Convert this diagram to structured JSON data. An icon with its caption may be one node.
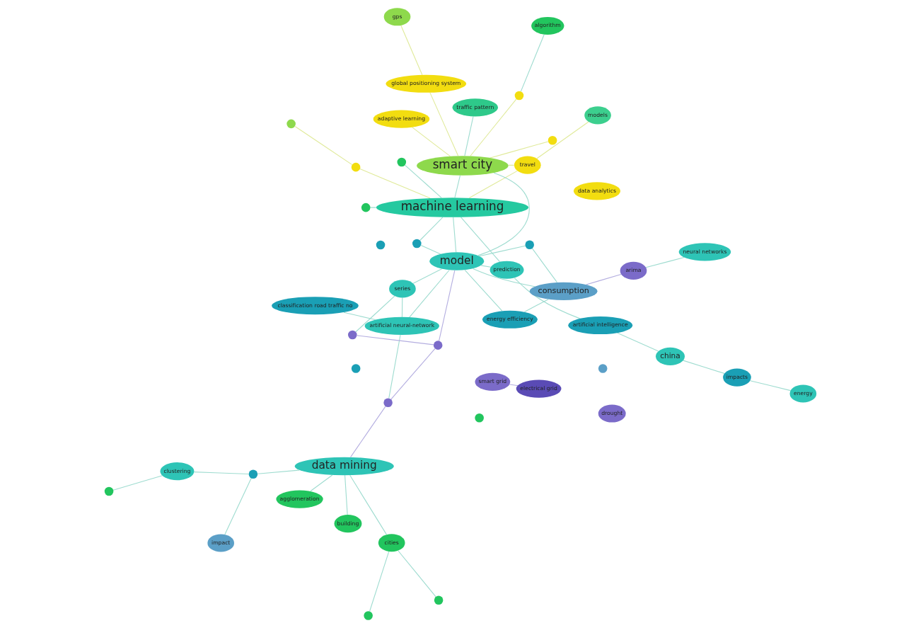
{
  "diagram": {
    "nodes": [
      {
        "text": [
          "agglomeration"
        ]
      },
      {
        "text": [
          "building"
        ]
      },
      {
        "text": [
          "data mining"
        ]
      },
      {
        "text": [
          "clustering"
        ]
      },
      {
        "text": [],
        "shape": "circle"
      },
      {
        "text": [],
        "shape": "circle"
      },
      {
        "text": [
          "impact"
        ]
      },
      {
        "text": [
          "drought"
        ]
      },
      {
        "text": [
          "energy"
        ]
      },
      {
        "text": [
          "impacts"
        ]
      },
      {
        "text": [
          "models"
        ]
      },
      {
        "text": [
          "travel"
        ]
      },
      {
        "text": [
          "cities"
        ]
      },
      {
        "text": [],
        "shape": "circle"
      },
      {
        "text": [],
        "shape": "circle"
      },
      {
        "text": [
          "china"
        ]
      },
      {
        "text": [
          "artificial intelligence"
        ]
      },
      {
        "text": [
          "consumption"
        ]
      },
      {
        "text": [],
        "shape": "circle"
      },
      {
        "text": [],
        "shape": "circle"
      },
      {
        "text": [
          "prediction"
        ]
      },
      {
        "text": [
          "machine learning"
        ]
      },
      {
        "text": [],
        "shape": "circle"
      },
      {
        "text": [],
        "shape": "circle"
      },
      {
        "text": [
          "energy efficiency"
        ]
      },
      {
        "text": [],
        "shape": "circle"
      },
      {
        "text": [],
        "shape": "circle"
      },
      {
        "text": [],
        "shape": "circle"
      },
      {
        "text": [
          "smart city"
        ]
      },
      {
        "text": [],
        "shape": "circle"
      },
      {
        "text": [
          "model"
        ]
      },
      {
        "text": [],
        "shape": "circle"
      },
      {
        "text": [],
        "shape": "circle"
      },
      {
        "text": [
          "arima"
        ]
      },
      {
        "text": [],
        "shape": "circle"
      },
      {
        "text": [
          "neural networks"
        ]
      },
      {
        "text": [
          "traffic pattern"
        ]
      },
      {
        "text": [],
        "shape": "circle"
      },
      {
        "text": [
          "global positioning system"
        ]
      },
      {
        "text": [],
        "shape": "circle"
      },
      {
        "text": [],
        "shape": "circle"
      },
      {
        "text": [
          "gps"
        ]
      },
      {
        "text": [
          "algorithm"
        ]
      },
      {
        "text": [
          "adaptive learning"
        ]
      },
      {
        "text": [
          "data analytics"
        ]
      },
      {
        "text": [
          "smart grid"
        ]
      },
      {
        "text": [
          "electrical grid"
        ]
      },
      {
        "text": [
          "series"
        ]
      },
      {
        "text": [],
        "shape": "circle"
      },
      {
        "text": [
          "artificial neural-network"
        ]
      },
      {
        "text": [
          "classification road traffic no"
        ]
      }
    ],
    "edges": [
      {
        "from": 0,
        "to": 2,
        "arrow": "none"
      },
      {
        "from": 1,
        "to": 2,
        "arrow": "none"
      },
      {
        "from": 2,
        "to": 12,
        "arrow": "none"
      },
      {
        "from": 12,
        "to": 13,
        "arrow": "none"
      },
      {
        "from": 12,
        "to": 14,
        "arrow": "none"
      },
      {
        "from": 2,
        "to": 5,
        "arrow": "none"
      },
      {
        "from": 5,
        "to": 3,
        "arrow": "none"
      },
      {
        "from": 3,
        "to": 4,
        "arrow": "none"
      },
      {
        "from": 5,
        "to": 6,
        "arrow": "none"
      },
      {
        "from": 8,
        "to": 9,
        "arrow": "none"
      },
      {
        "from": 9,
        "to": 15,
        "arrow": "none"
      },
      {
        "from": 10,
        "to": 11,
        "arrow": "none",
        "color": "#e0ea9a"
      },
      {
        "from": 11,
        "to": 21,
        "arrow": "none",
        "color": "#e0ea9a"
      },
      {
        "from": 11,
        "to": 28,
        "arrow": "none",
        "color": "#e0ea9a"
      },
      {
        "from": 15,
        "to": 16,
        "arrow": "none"
      },
      {
        "from": 16,
        "to": 20,
        "arrow": "none"
      },
      {
        "from": 17,
        "to": 25,
        "arrow": "none"
      },
      {
        "from": 17,
        "to": 24,
        "arrow": "none"
      },
      {
        "from": 17,
        "to": 30,
        "arrow": "none"
      },
      {
        "from": 17,
        "to": 33,
        "arrow": "none",
        "color": "#b4aee0"
      },
      {
        "from": 18,
        "to": 19,
        "arrow": "none",
        "color": "#e0ea9a"
      },
      {
        "from": 19,
        "to": 21,
        "arrow": "none",
        "color": "#e0ea9a"
      },
      {
        "from": 20,
        "to": 21,
        "arrow": "none"
      },
      {
        "from": 20,
        "to": 30,
        "arrow": "none"
      },
      {
        "from": 26,
        "to": 21,
        "arrow": "none"
      },
      {
        "from": 26,
        "to": 30,
        "arrow": "none"
      },
      {
        "from": 25,
        "to": 30,
        "arrow": "none"
      },
      {
        "from": 24,
        "to": 30,
        "arrow": "none"
      },
      {
        "from": 2,
        "to": 32,
        "arrow": "none",
        "color": "#b4aee0"
      },
      {
        "from": 30,
        "to": 28,
        "arrow": "none"
      },
      {
        "from": 30,
        "to": 21,
        "arrow": "none"
      },
      {
        "from": 21,
        "to": 28,
        "arrow": "none"
      },
      {
        "from": 21,
        "to": 22,
        "arrow": "none"
      },
      {
        "from": 21,
        "to": 23,
        "arrow": "none"
      },
      {
        "from": 28,
        "to": 36,
        "arrow": "none"
      },
      {
        "from": 28,
        "to": 38,
        "arrow": "none",
        "color": "#e0ea9a"
      },
      {
        "from": 28,
        "to": 39,
        "arrow": "none",
        "color": "#e0ea9a"
      },
      {
        "from": 28,
        "to": 40,
        "arrow": "none",
        "color": "#e0ea9a"
      },
      {
        "from": 28,
        "to": 43,
        "arrow": "none",
        "color": "#e0ea9a"
      },
      {
        "from": 38,
        "to": 41,
        "arrow": "none",
        "color": "#e0ea9a"
      },
      {
        "from": 40,
        "to": 42,
        "arrow": "none"
      },
      {
        "from": 33,
        "to": 35,
        "arrow": "none"
      },
      {
        "from": 30,
        "to": 31,
        "arrow": "none",
        "color": "#b4aee0"
      },
      {
        "from": 31,
        "to": 32,
        "arrow": "none",
        "color": "#b4aee0"
      },
      {
        "from": 47,
        "to": 30,
        "arrow": "none"
      },
      {
        "from": 48,
        "to": 31,
        "arrow": "none",
        "color": "#b4aee0"
      },
      {
        "from": 48,
        "to": 47,
        "arrow": "none"
      },
      {
        "from": 32,
        "to": 49,
        "arrow": "none"
      },
      {
        "from": 30,
        "to": 49,
        "arrow": "none"
      },
      {
        "from": 49,
        "to": 47,
        "arrow": "none"
      },
      {
        "from": 49,
        "to": 50,
        "arrow": "none"
      },
      {
        "from": 45,
        "to": 46,
        "arrow": "none",
        "color": "#b4aee0"
      }
    ]
  }
}
